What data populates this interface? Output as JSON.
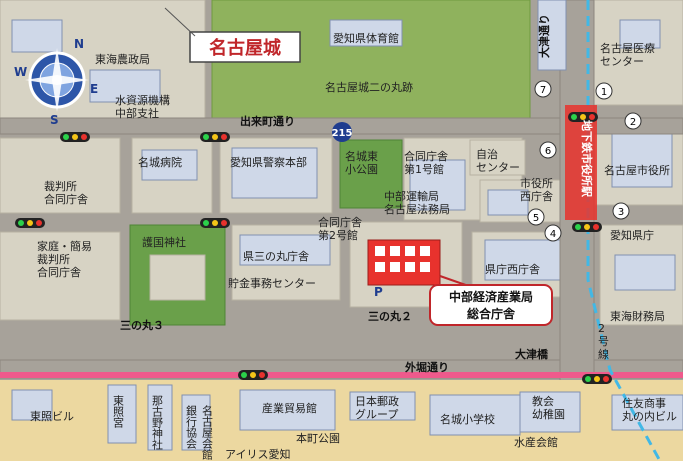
{
  "title": "名古屋城",
  "colors": {
    "background": "#ffffff",
    "block": "#d7d3c4",
    "block_edge": "#b7b2a2",
    "building": "#cfd8e8",
    "building_edge": "#8090b0",
    "castle_green": "#8fb25d",
    "park_green": "#6aa04a",
    "road": "#a7a29a",
    "road_edge": "#8c877f",
    "south_block": "#ecd8a0",
    "main_street": "#ef5a8c",
    "subway": "#41b8e6",
    "station": "#e8322d",
    "highlight_building": "#e8322d",
    "callout_border": "#c0262a",
    "route_shield": "#1f3d8f"
  },
  "labels": {
    "tokai_nosei": "東海農政局",
    "aichi_gym": "愛知県体育館",
    "ninomaru": "名古屋城二の丸跡",
    "medical_center": "名古屋医療\nセンター",
    "mizushigen": "水資源機構\n中部支社",
    "demachi_street": "出来町通り",
    "route_number": "215",
    "meijo_hospital": "名城病院",
    "police_hq": "愛知県警察本部",
    "meijo_east_park": "名城東\n小公園",
    "godo_1": "合同庁舎\n第1号館",
    "jichi_center": "自治\nセンター",
    "city_hall": "名古屋市役所",
    "court": "裁判所\n合同庁舎",
    "unyu_homu": "中部運輸局\n名古屋法務局",
    "city_west": "市役所\n西庁舎",
    "family_court": "家庭・簡易\n裁判所\n合同庁舎",
    "gokoku": "護国神社",
    "godo_2": "合同庁舎\n第2号館",
    "kensannomaru": "県三の丸庁舎",
    "chokin": "貯金事務センター",
    "pref_west": "県庁西庁舎",
    "pref_office": "愛知県庁",
    "parking": "P",
    "sannomaru3": "三の丸３",
    "sannomaru2": "三の丸２",
    "tokai_zaimu": "東海財務局",
    "otsu_street": "大津通り",
    "station_name": "地下鉄市役所駅",
    "otsubashi": "大津橋",
    "route2": "2\n号\n線",
    "sotobori_street": "外堀通り",
    "toshogu": "東照宮",
    "nagoya_shrine": "那古野神社",
    "bank_assoc": "銀行協会",
    "nagoya_hall": "名古屋会館",
    "trade_hall": "産業貿易館",
    "jp_group": "日本郵政\nグループ",
    "meijo_school": "名城小学校",
    "church_kinder": "教会\n幼稚園",
    "sumitomo": "住友商事\n丸の内ビル",
    "toshoburu": "東照ビル",
    "honmachi_park": "本町公園",
    "suisan": "水産会館",
    "aires": "アイリス愛知",
    "callout": "中部経済産業局\n総合庁舎"
  },
  "exits": [
    "1",
    "2",
    "3",
    "4",
    "5",
    "6",
    "7"
  ],
  "compass": {
    "n": "N",
    "e": "E",
    "s": "S",
    "w": "W"
  }
}
